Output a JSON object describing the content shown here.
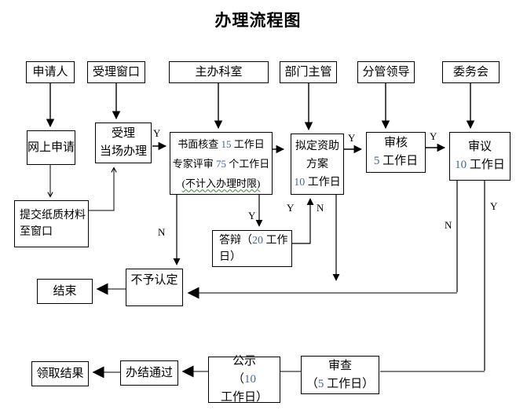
{
  "title": "办理流程图",
  "colors": {
    "number": "#4467b0",
    "line": "#000000",
    "gray_line": "#7f7f7f"
  },
  "nodes": {
    "applicant": {
      "label": "申请人"
    },
    "window": {
      "label": "受理窗口"
    },
    "office": {
      "label": "主办科室"
    },
    "dept_head": {
      "label": "部门主管"
    },
    "leader": {
      "label": "分管领导"
    },
    "committee": {
      "label": "委务会"
    },
    "online_apply": {
      "label": "网上申请"
    },
    "accept": {
      "label": "受理\n当场办理"
    },
    "check": {
      "line1": "书面核查 15 工作日",
      "line2": "专家评审 75 个工作日",
      "line3": "(不计入办理时限)"
    },
    "plan": {
      "label": "拟定资助\n方案\n10 工作日"
    },
    "review": {
      "label": "审核\n5 工作日"
    },
    "deliberate": {
      "label": "审议\n10 工作日"
    },
    "submit_paper": {
      "label": "提交纸质材料\n至窗口"
    },
    "defense": {
      "label": "答辩（20 工作\n日）"
    },
    "reject": {
      "label": "不予认定"
    },
    "end": {
      "label": "结束"
    },
    "receive_result": {
      "label": "领取结果"
    },
    "pass": {
      "label": "办结通过"
    },
    "publicity": {
      "label": "公示\n（10 工作日）"
    },
    "examine": {
      "label": "审查\n（5 工作日）"
    }
  },
  "edge_labels": {
    "accept_yes": "Y",
    "plan_yes": "Y",
    "review_yes": "Y",
    "check_no": "N",
    "check_defense_yes": "Y",
    "defense_back_yes": "Y",
    "plan_no": "N",
    "deliberate_no": "N",
    "deliberate_yes": "Y"
  }
}
